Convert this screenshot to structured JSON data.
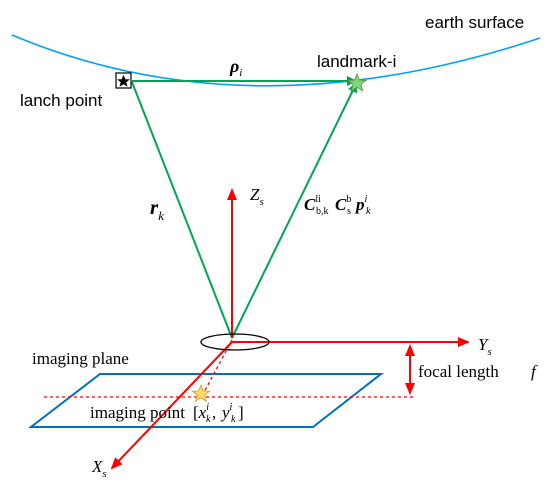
{
  "labels": {
    "earth_surface": "earth surface",
    "launch_point": "lanch point",
    "landmark": "landmark-i",
    "rho": "ρ",
    "rho_sub": "i",
    "r": "r",
    "r_sub": "k",
    "Z": "Z",
    "Z_sub": "s",
    "Y": "Y",
    "Y_sub": "s",
    "X": "X",
    "X_sub": "s",
    "C1": "C",
    "C1_sup": "li",
    "C1_sub": "b,k",
    "C2": "C",
    "C2_sup": "b",
    "C2_sub": "s",
    "p": "p",
    "p_sup": "i",
    "p_sub": "k",
    "imaging_plane": "imaging plane",
    "focal_length": "focal length",
    "f": "f",
    "imaging_point_text": "imaging point",
    "bracket_open": "[",
    "xk": "x",
    "xk_sup": "i",
    "xk_sub": "k",
    "comma": ",",
    "yk": "y",
    "yk_sup": "i",
    "yk_sub": "k",
    "bracket_close": "]"
  },
  "colors": {
    "earth_curve": "#00a0ff",
    "triangle": "#00a651",
    "axes": "#ff0000",
    "plane": "#0070c0",
    "star_landmark": "#7dd87d",
    "star_imaging": "#ffd966",
    "text": "#000000"
  }
}
